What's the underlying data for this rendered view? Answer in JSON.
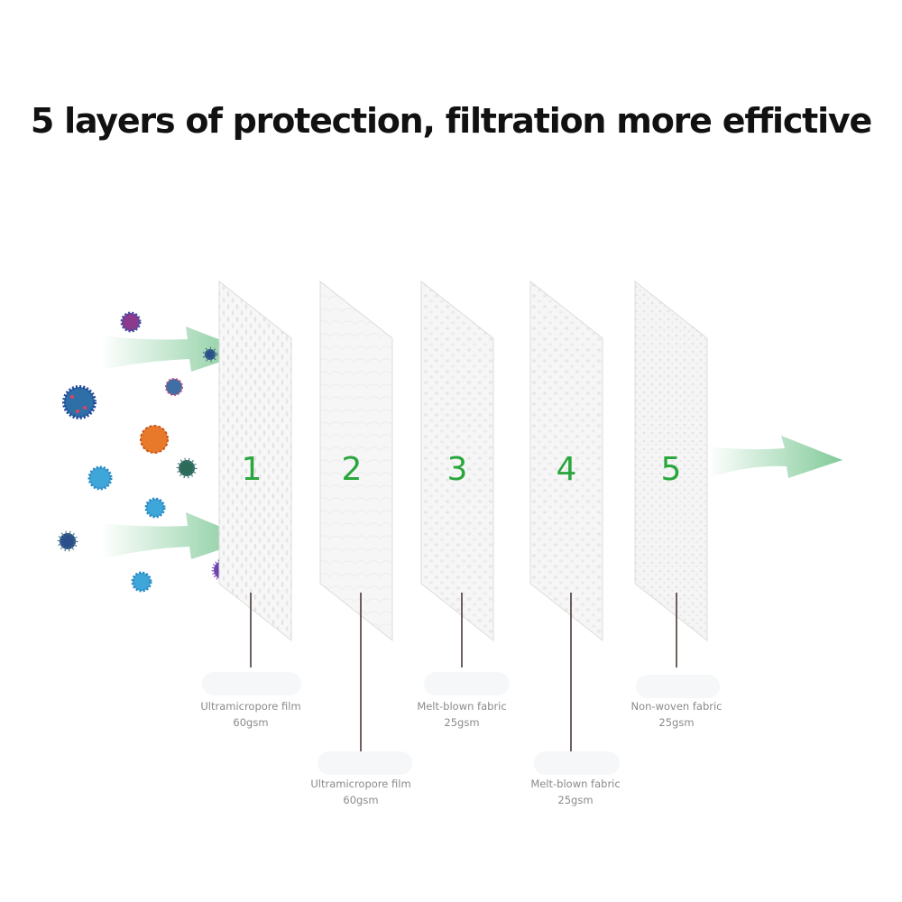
{
  "title": "5 layers of protection, filtration more effictive",
  "colors": {
    "layer_number": "#2aa63c",
    "arrow": "#7ac793",
    "leader_line": "#4a3a35",
    "label_text": "#8a8a8a"
  },
  "layers": [
    {
      "number": "1",
      "name": "Ultramicropore film",
      "weight": "60gsm",
      "label_row": "upper"
    },
    {
      "number": "2",
      "name": "Ultramicropore film",
      "weight": "60gsm",
      "label_row": "lower"
    },
    {
      "number": "3",
      "name": "Melt-blown fabric",
      "weight": "25gsm",
      "label_row": "upper"
    },
    {
      "number": "4",
      "name": "Melt-blown fabric",
      "weight": "25gsm",
      "label_row": "lower"
    },
    {
      "number": "5",
      "name": "Non-woven fabric",
      "weight": "25gsm",
      "label_row": "upper"
    }
  ],
  "particles": [
    "virus-purple",
    "virus-blue",
    "virus-orange",
    "virus-cyan",
    "virus-green-spiky",
    "virus-violet"
  ]
}
